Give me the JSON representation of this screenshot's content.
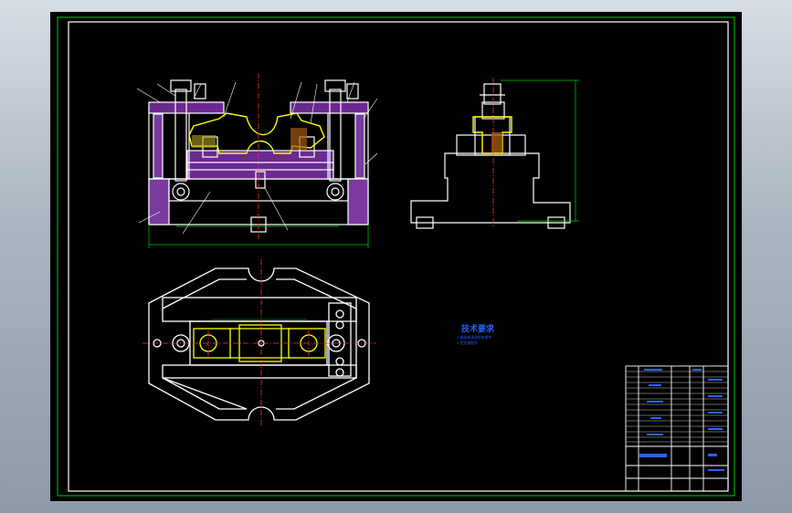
{
  "drawing": {
    "name": "fixture-assembly-drawing",
    "colors": {
      "background": "#000000",
      "frame": "#00d000",
      "outline": "#ffffff",
      "section_hatch": "#a050c8",
      "workpiece": "#ffff00",
      "centerline": "#ff3030",
      "dimension": "#00d000",
      "note_text": "#2a62ff"
    }
  },
  "notes": {
    "title": "技术要求",
    "line1": "1.装配前清洗所有零件",
    "line2": "2.定位销配作"
  }
}
